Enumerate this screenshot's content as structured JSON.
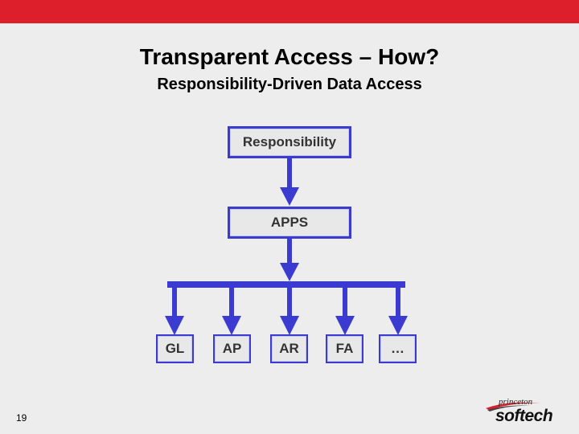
{
  "slide": {
    "title": "Transparent Access – How?",
    "subtitle": "Responsibility-Driven Data Access",
    "page_number": "19"
  },
  "diagram": {
    "top_node": "Responsibility",
    "middle_node": "APPS",
    "leaf_nodes": [
      "GL",
      "AP",
      "AR",
      "FA",
      "…"
    ]
  },
  "logo": {
    "line1": "princeton",
    "line2": "softech"
  },
  "colors": {
    "accent_bar": "#dd1e2b",
    "connector": "#3b3bd2",
    "background": "#ededed"
  }
}
